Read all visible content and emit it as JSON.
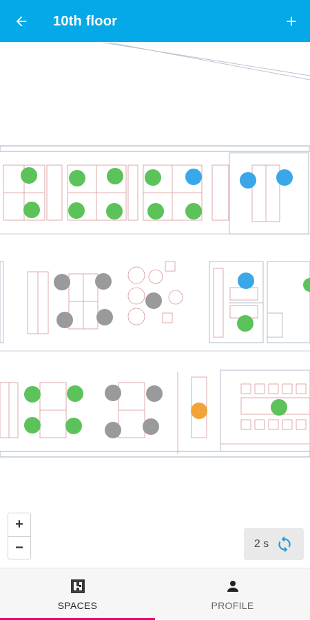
{
  "app_bar": {
    "title": "10th floor",
    "back_icon": "arrow-left-icon",
    "add_icon": "plus-icon",
    "color": "#06a9e8"
  },
  "floor_plan": {
    "status_colors": {
      "available": "#5cc25a",
      "booked": "#3aa8e8",
      "unavailable": "#9a9a9a",
      "pending": "#f0a43a"
    }
  },
  "zoom": {
    "in_label": "+",
    "out_label": "−"
  },
  "refresh": {
    "interval": "2 s",
    "icon": "refresh-icon"
  },
  "bottom_nav": {
    "items": [
      {
        "label": "SPACES",
        "icon": "floor-plan-icon",
        "active": true
      },
      {
        "label": "PROFILE",
        "icon": "person-icon",
        "active": false
      }
    ],
    "indicator_color": "#e6007e"
  }
}
